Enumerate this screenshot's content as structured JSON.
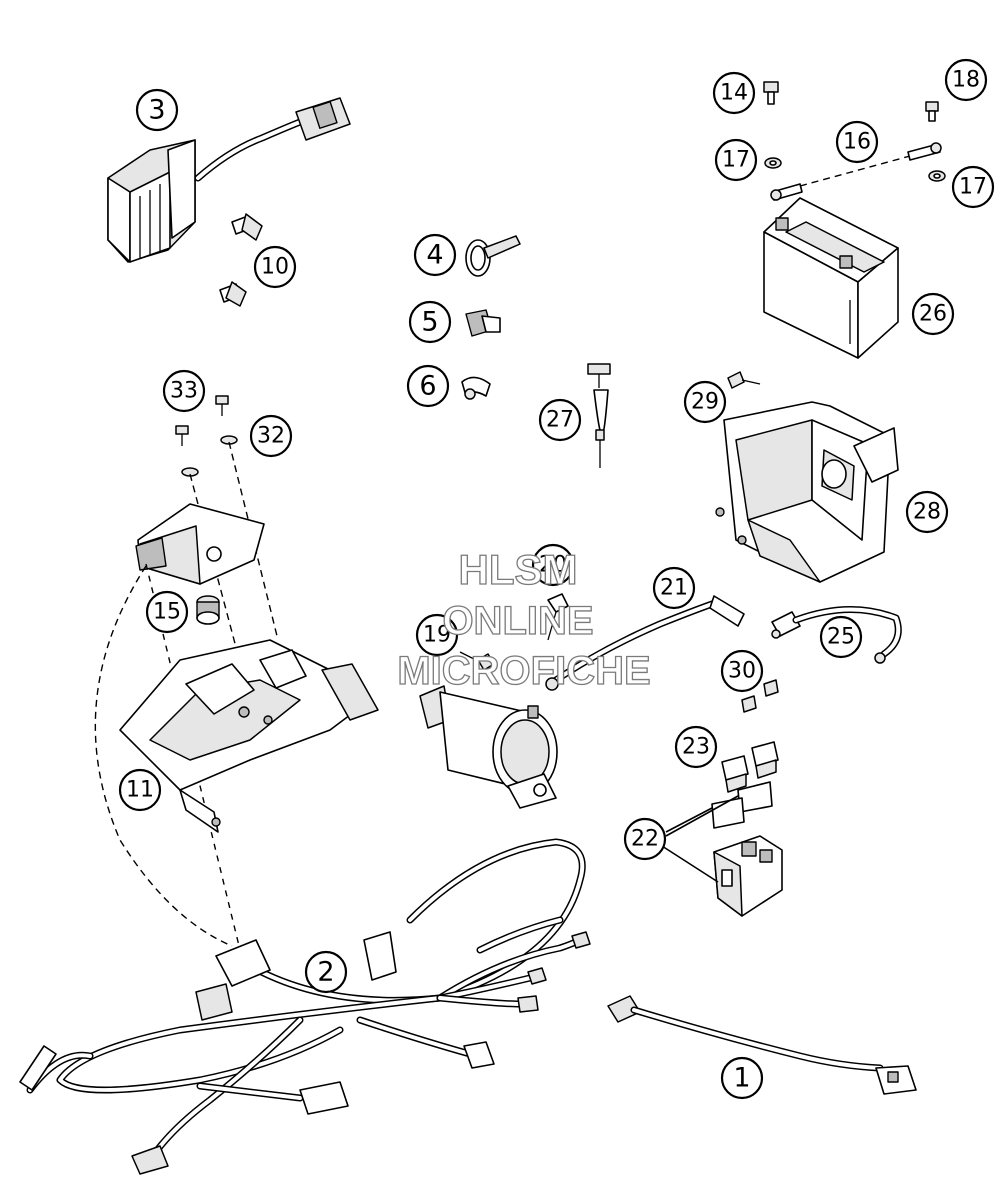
{
  "diagram": {
    "callouts": [
      {
        "id": "c1",
        "label": "1"
      },
      {
        "id": "c2",
        "label": "2"
      },
      {
        "id": "c3",
        "label": "3"
      },
      {
        "id": "c4",
        "label": "4"
      },
      {
        "id": "c5",
        "label": "5"
      },
      {
        "id": "c6",
        "label": "6"
      },
      {
        "id": "c10",
        "label": "10"
      },
      {
        "id": "c11",
        "label": "11"
      },
      {
        "id": "c14",
        "label": "14"
      },
      {
        "id": "c15",
        "label": "15"
      },
      {
        "id": "c16",
        "label": "16"
      },
      {
        "id": "c17a",
        "label": "17"
      },
      {
        "id": "c17b",
        "label": "17"
      },
      {
        "id": "c18",
        "label": "18"
      },
      {
        "id": "c19",
        "label": "19"
      },
      {
        "id": "c20",
        "label": "20"
      },
      {
        "id": "c21",
        "label": "21"
      },
      {
        "id": "c22",
        "label": "22"
      },
      {
        "id": "c23",
        "label": "23"
      },
      {
        "id": "c25",
        "label": "25"
      },
      {
        "id": "c26",
        "label": "26"
      },
      {
        "id": "c27",
        "label": "27"
      },
      {
        "id": "c28",
        "label": "28"
      },
      {
        "id": "c29",
        "label": "29"
      },
      {
        "id": "c30",
        "label": "30"
      },
      {
        "id": "c32",
        "label": "32"
      },
      {
        "id": "c33",
        "label": "33"
      }
    ]
  },
  "watermark": {
    "line1": "HLSM",
    "line2": "ONLINE",
    "line3": "MICROFICHE"
  }
}
